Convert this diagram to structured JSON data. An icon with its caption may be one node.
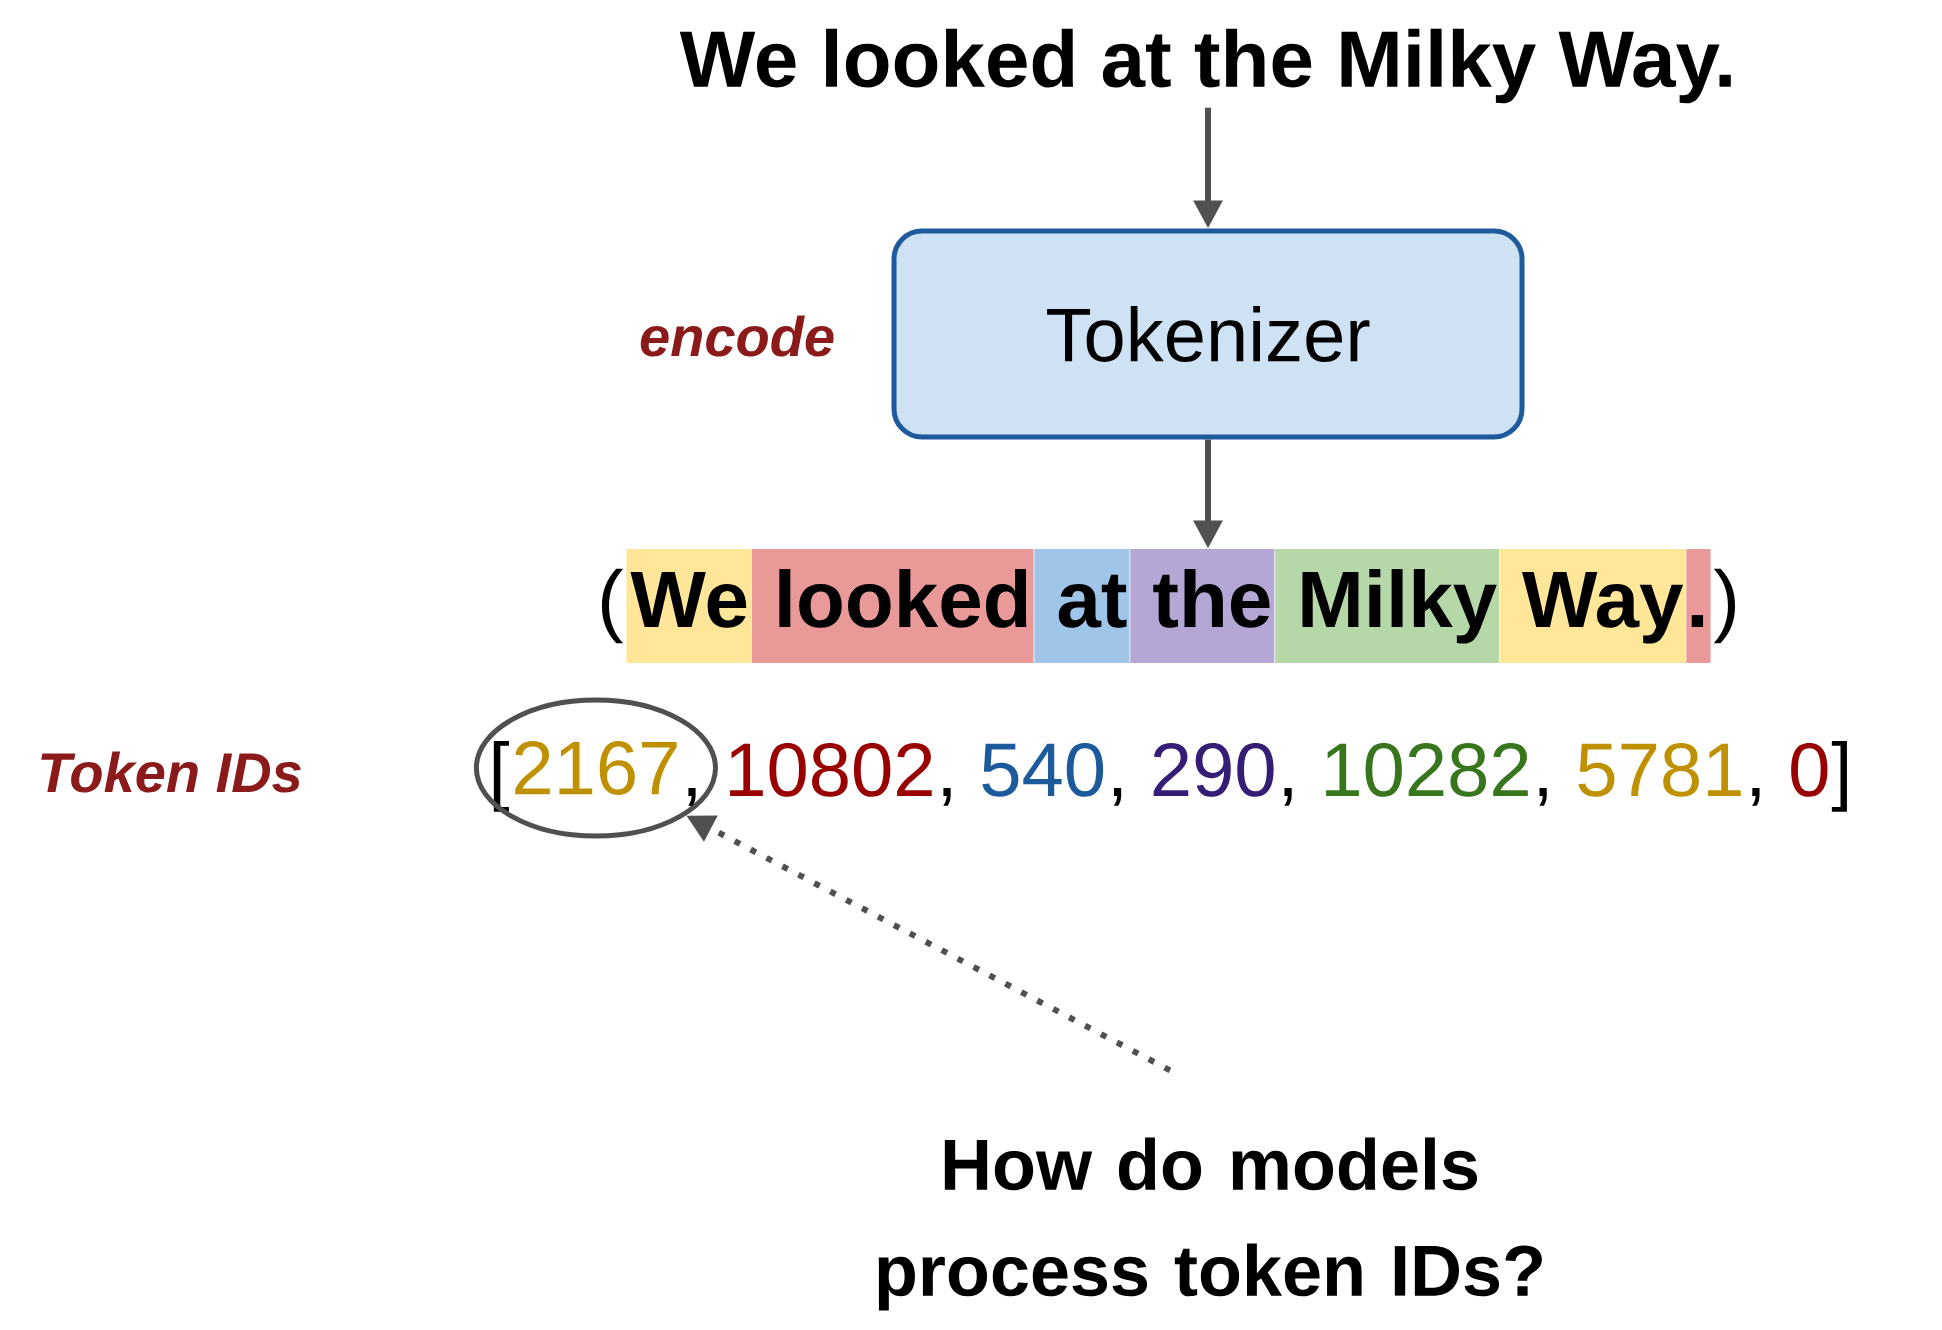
{
  "diagram": {
    "nodes": [
      {
        "text": [
          "We looked at the Milky Way."
        ]
      },
      {
        "text": [
          "Tokenizer"
        ],
        "beside": [
          "encode"
        ]
      },
      {
        "text": [
          "We"
        ]
      },
      {
        "text": [
          "looked"
        ]
      },
      {
        "text": [
          "at"
        ]
      },
      {
        "text": [
          "the"
        ]
      },
      {
        "text": [
          "Milky"
        ]
      },
      {
        "text": [
          "Way"
        ]
      },
      {
        "text": [
          "."
        ]
      },
      {
        "text": [
          "2167"
        ]
      },
      {
        "text": [
          "How do models process token IDs?"
        ]
      }
    ],
    "edges": [
      {
        "from": 0,
        "to": 1,
        "arrow": "to"
      },
      {
        "from": 1,
        "to": 5,
        "arrow": "to"
      },
      {
        "from": 10,
        "to": 9,
        "arrow": "to",
        "style": "dashed"
      }
    ],
    "labels": [
      "(",
      ")",
      "Token IDs",
      "[",
      ",",
      "10802",
      ",",
      "540",
      ",",
      "290",
      ",",
      "10282",
      ",",
      "5781",
      ",",
      "0",
      "]"
    ]
  }
}
